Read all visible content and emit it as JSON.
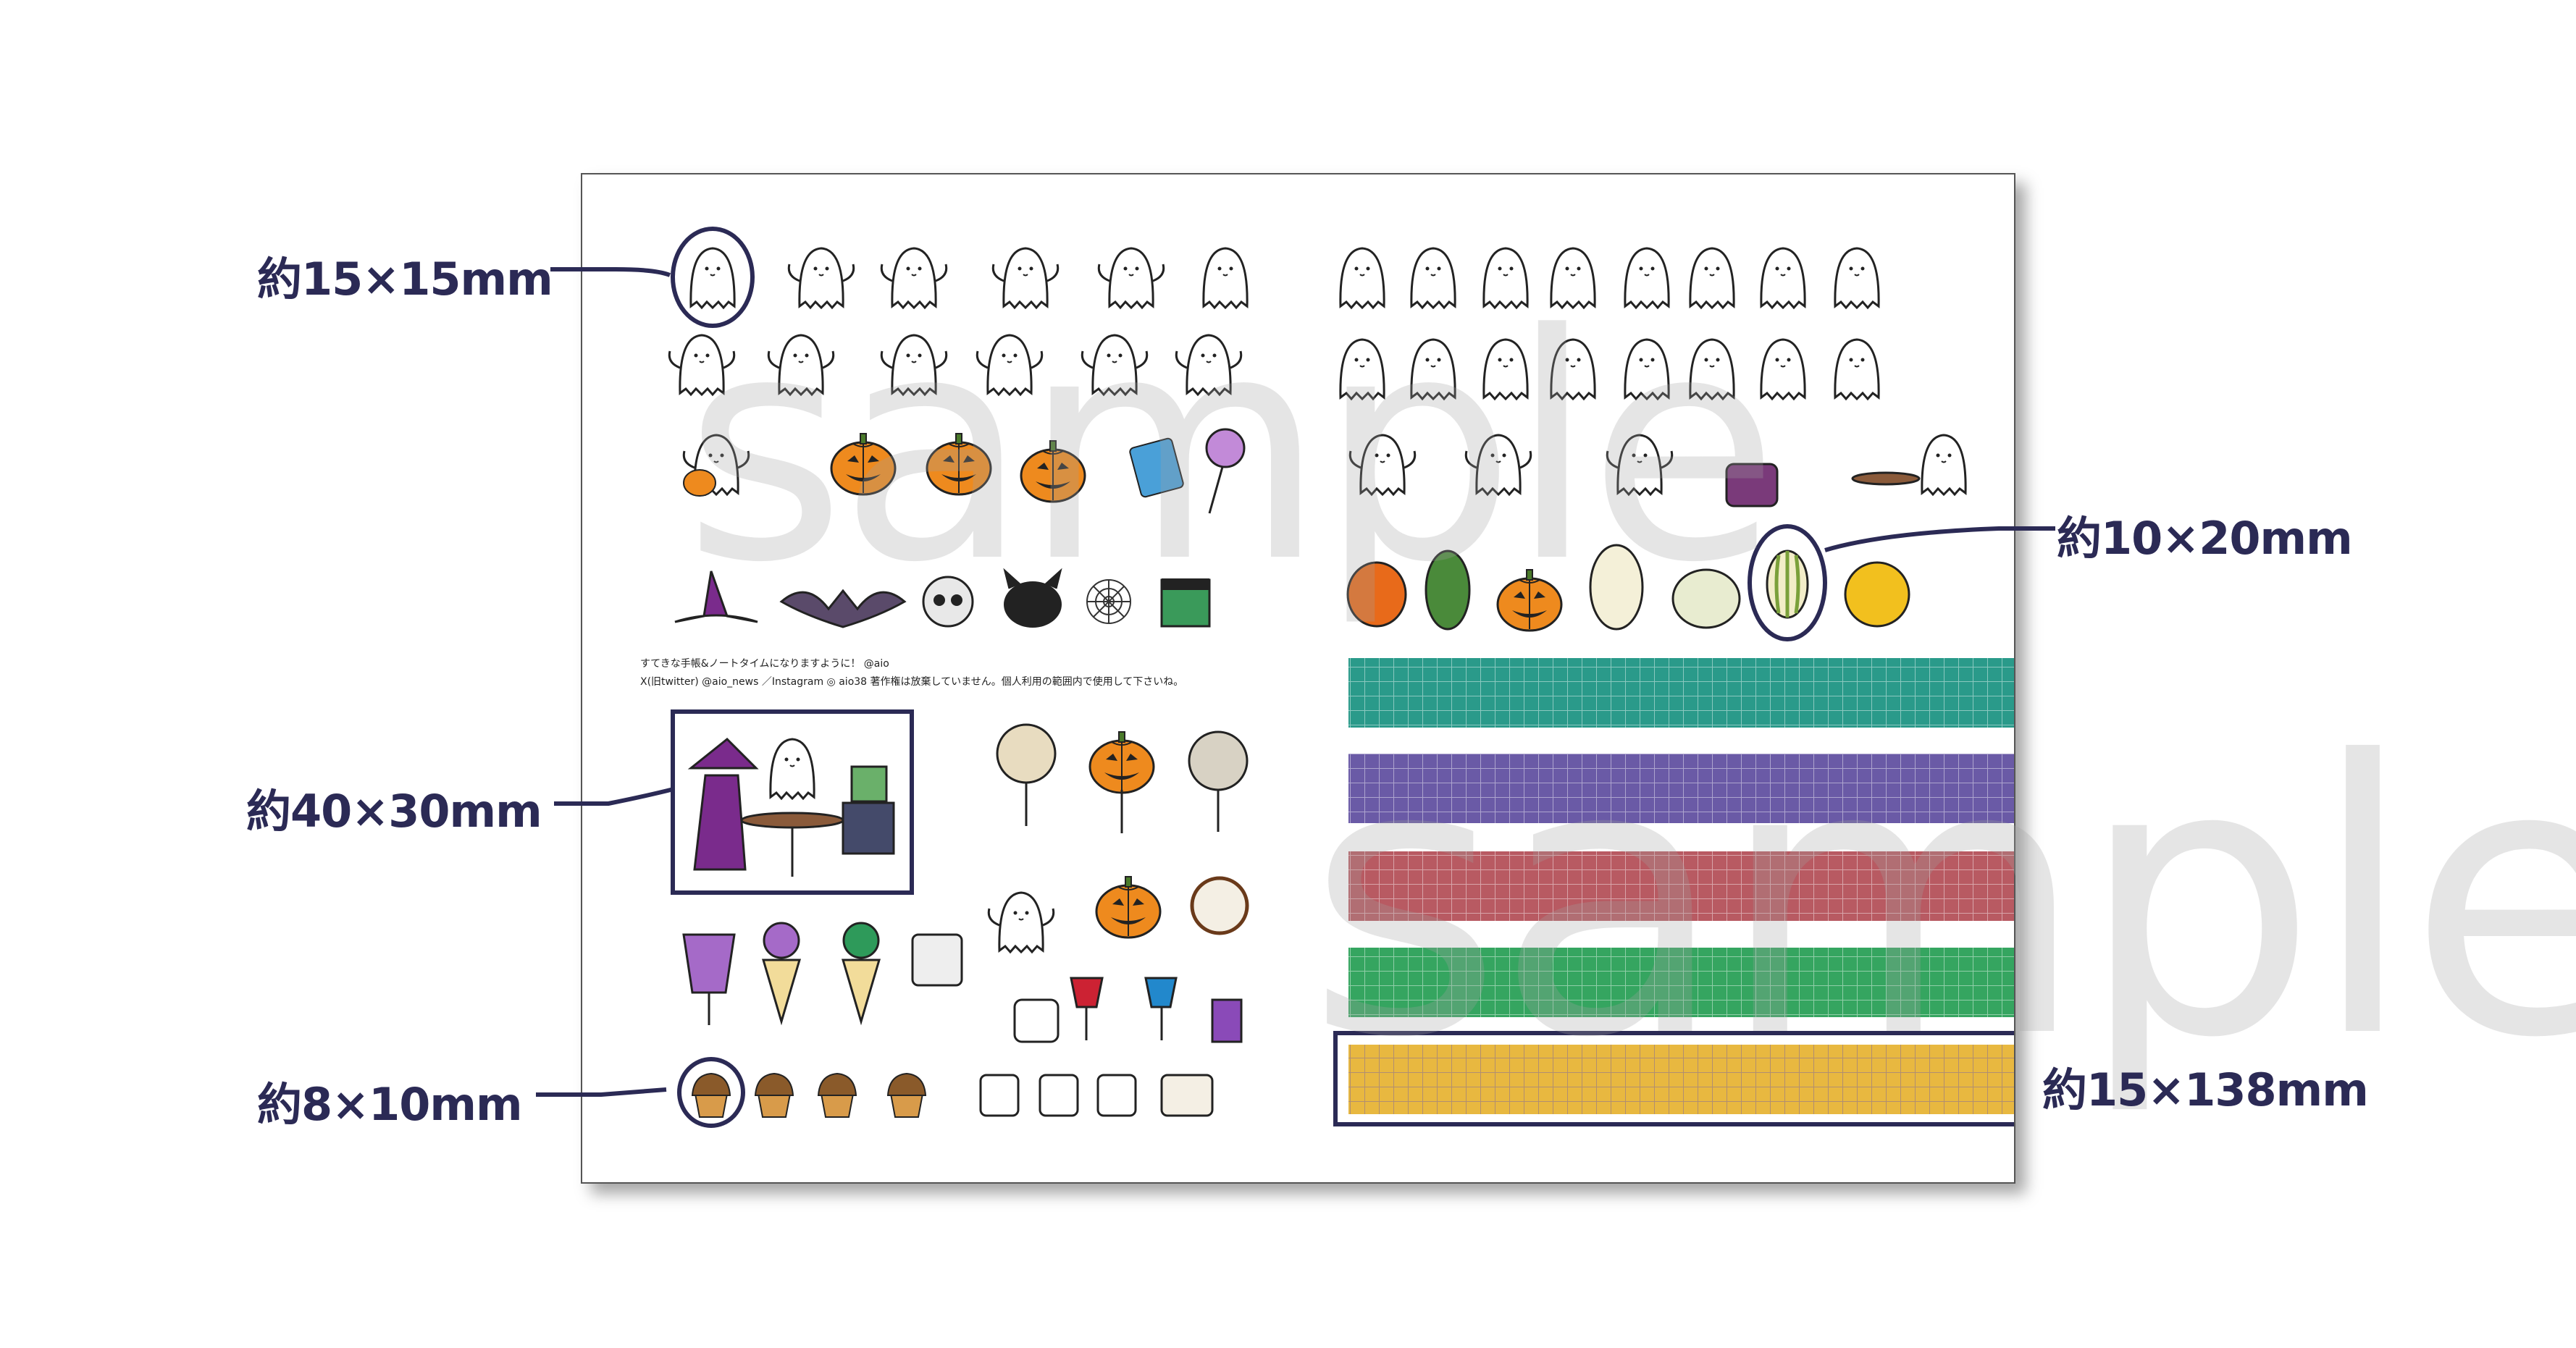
{
  "labels": {
    "ghost": "約15×15mm",
    "squash": "約10×20mm",
    "scene": "約40×30mm",
    "muffin": "約8×10mm",
    "tape": "約15×138mm"
  },
  "credit": {
    "line1": "すてきな手帳&ノートタイムになりますように！ @aio",
    "line2": "X(旧twitter) @aio_news ／Instagram",
    "handle": "aio38",
    "note": "著作権は放棄していません。個人利用の範囲内で使用して下さいね。"
  },
  "watermark": [
    "sample",
    "sample"
  ],
  "colors": {
    "label_ink": "#2b2a55",
    "tape_teal": "#2a9a8a",
    "tape_purple": "#6a5aa6",
    "tape_red": "#b85a62",
    "tape_green": "#35a560",
    "tape_yellow": "#e8b840",
    "pumpkin": "#ee8a1e",
    "witch_purple": "#7a2b8c"
  }
}
